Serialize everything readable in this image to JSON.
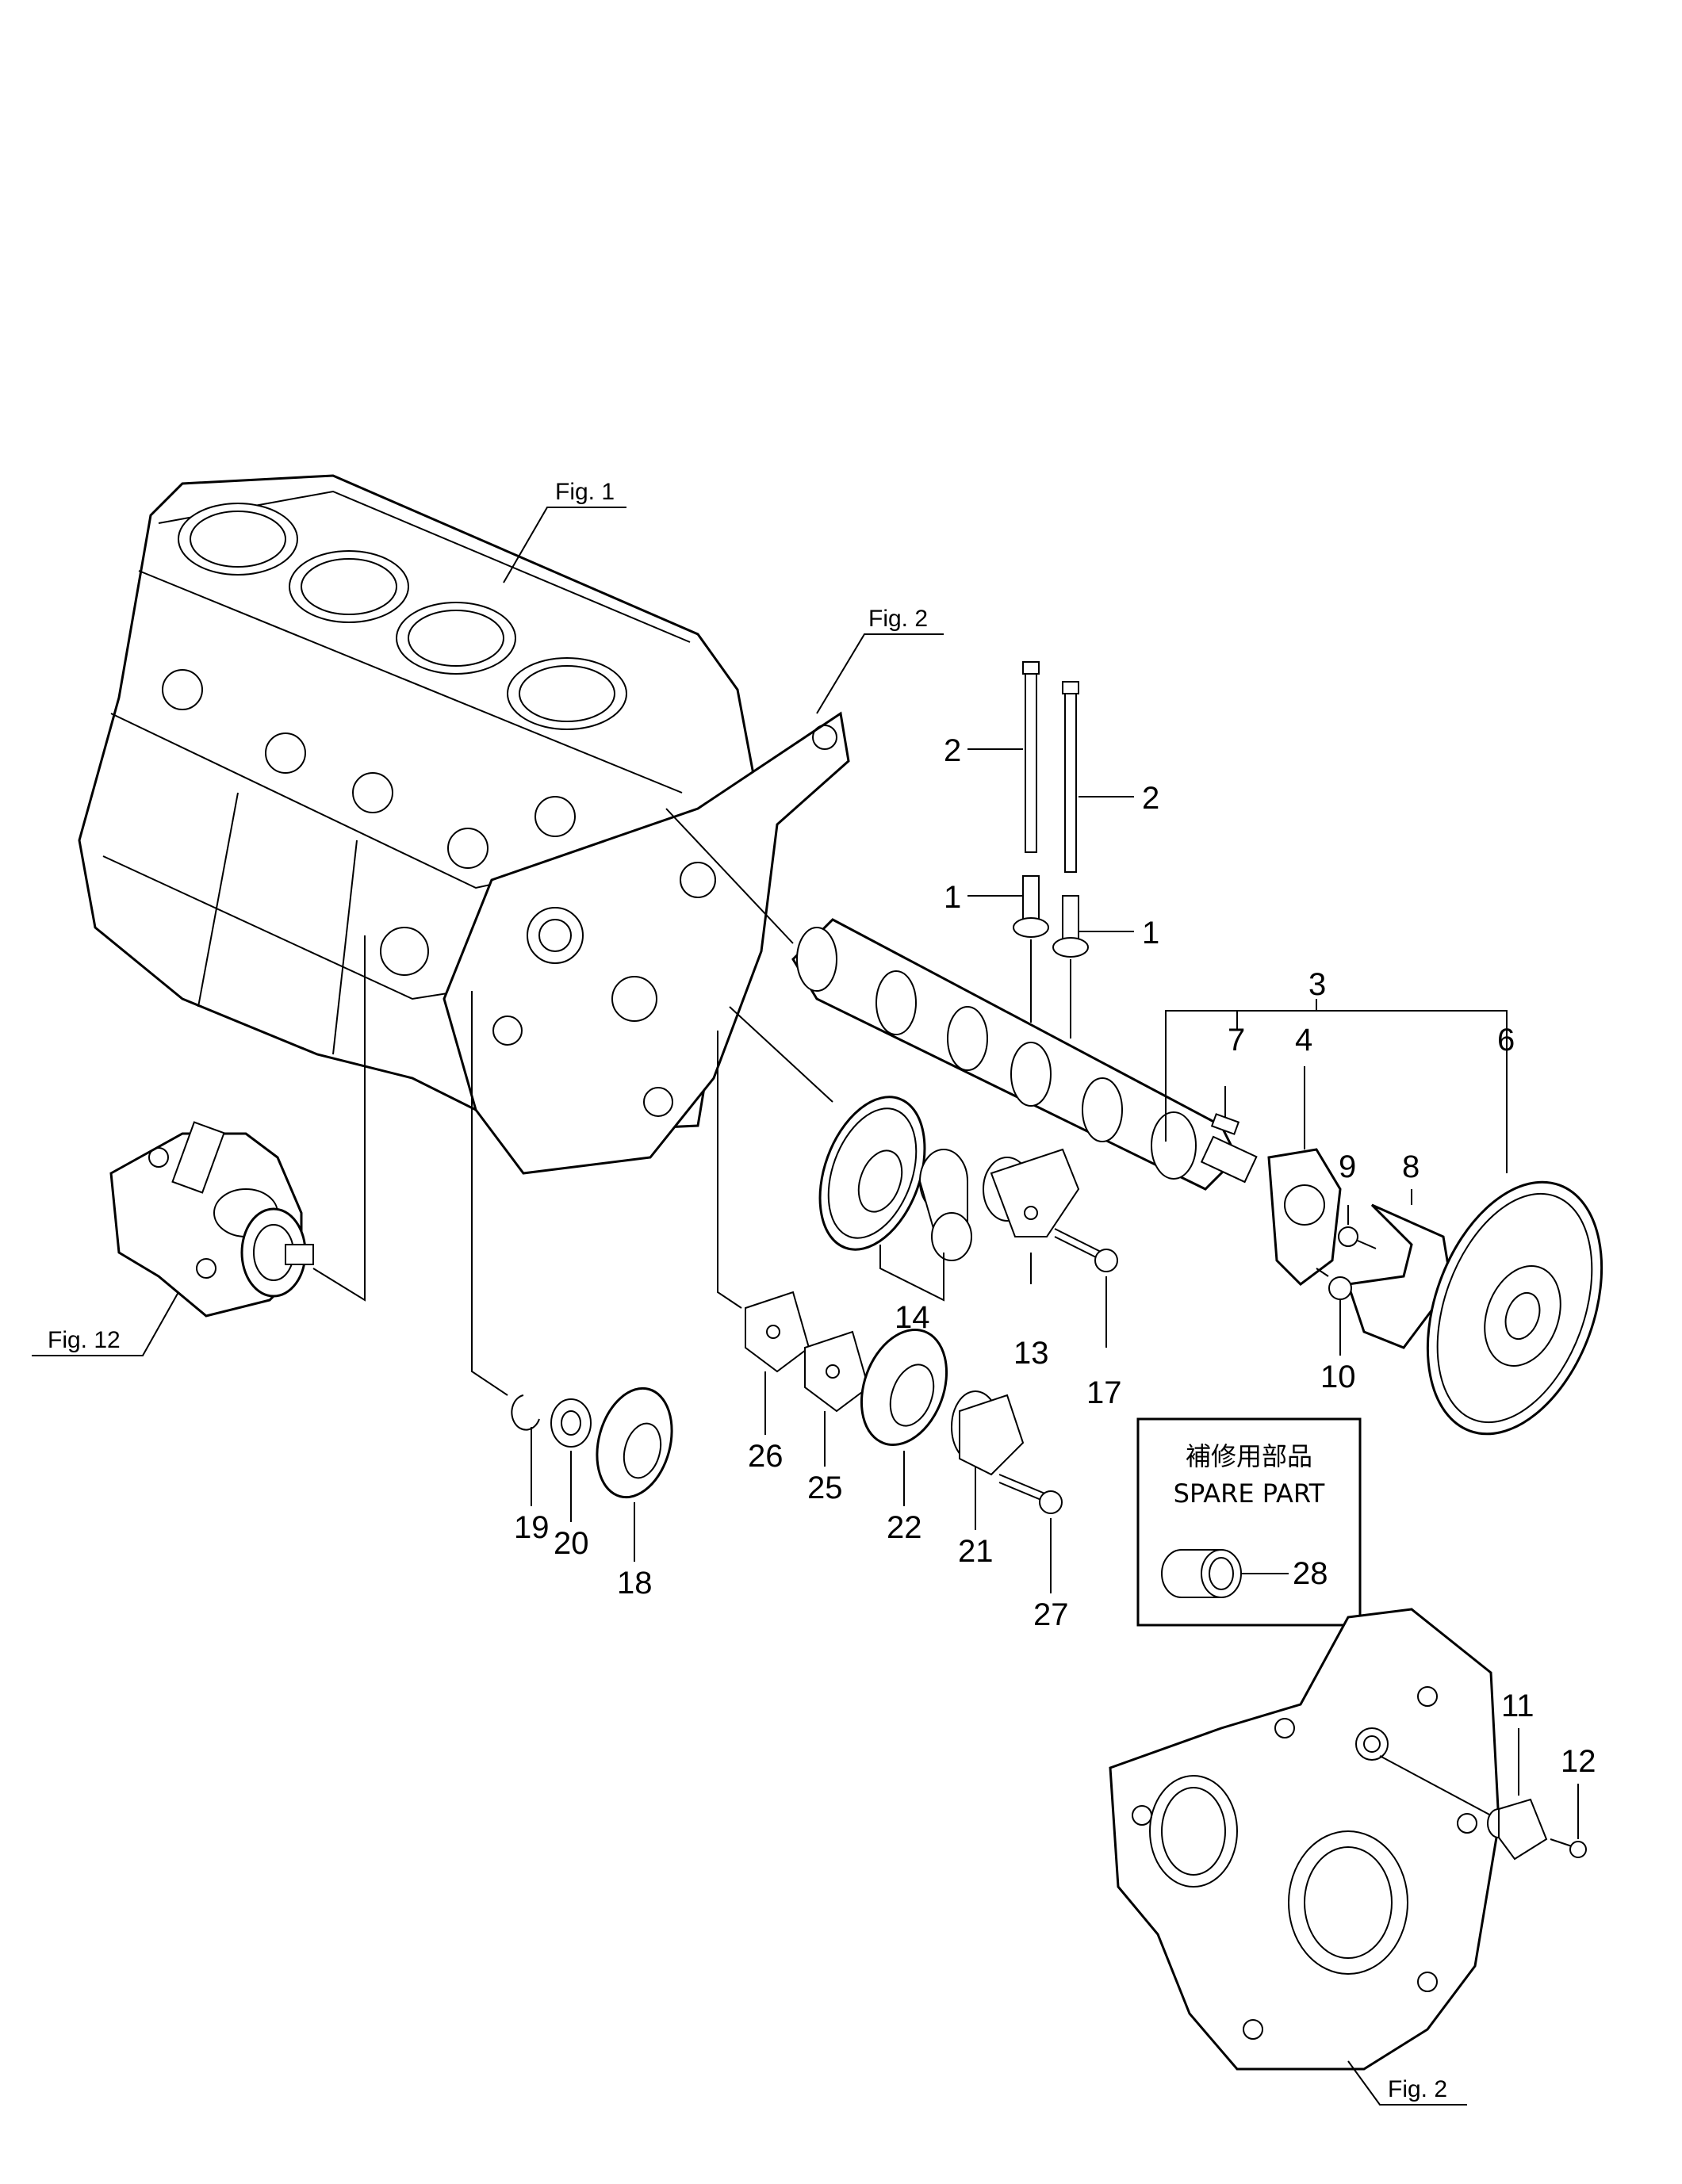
{
  "figure_refs": {
    "fig1": "Fig. 1",
    "fig2_top": "Fig. 2",
    "fig2_bottom": "Fig. 2",
    "fig12": "Fig. 12"
  },
  "spare_box": {
    "title_jp": "補修用部品",
    "title_en": "SPARE PART",
    "part_number": "28"
  },
  "parts": {
    "p1a": "1",
    "p1b": "1",
    "p2a": "2",
    "p2b": "2",
    "p3": "3",
    "p4": "4",
    "p6": "6",
    "p7": "7",
    "p8": "8",
    "p9": "9",
    "p10": "10",
    "p11": "11",
    "p12": "12",
    "p13": "13",
    "p14": "14",
    "p17": "17",
    "p18": "18",
    "p19": "19",
    "p20": "20",
    "p21": "21",
    "p22": "22",
    "p25": "25",
    "p26": "26",
    "p27": "27"
  }
}
